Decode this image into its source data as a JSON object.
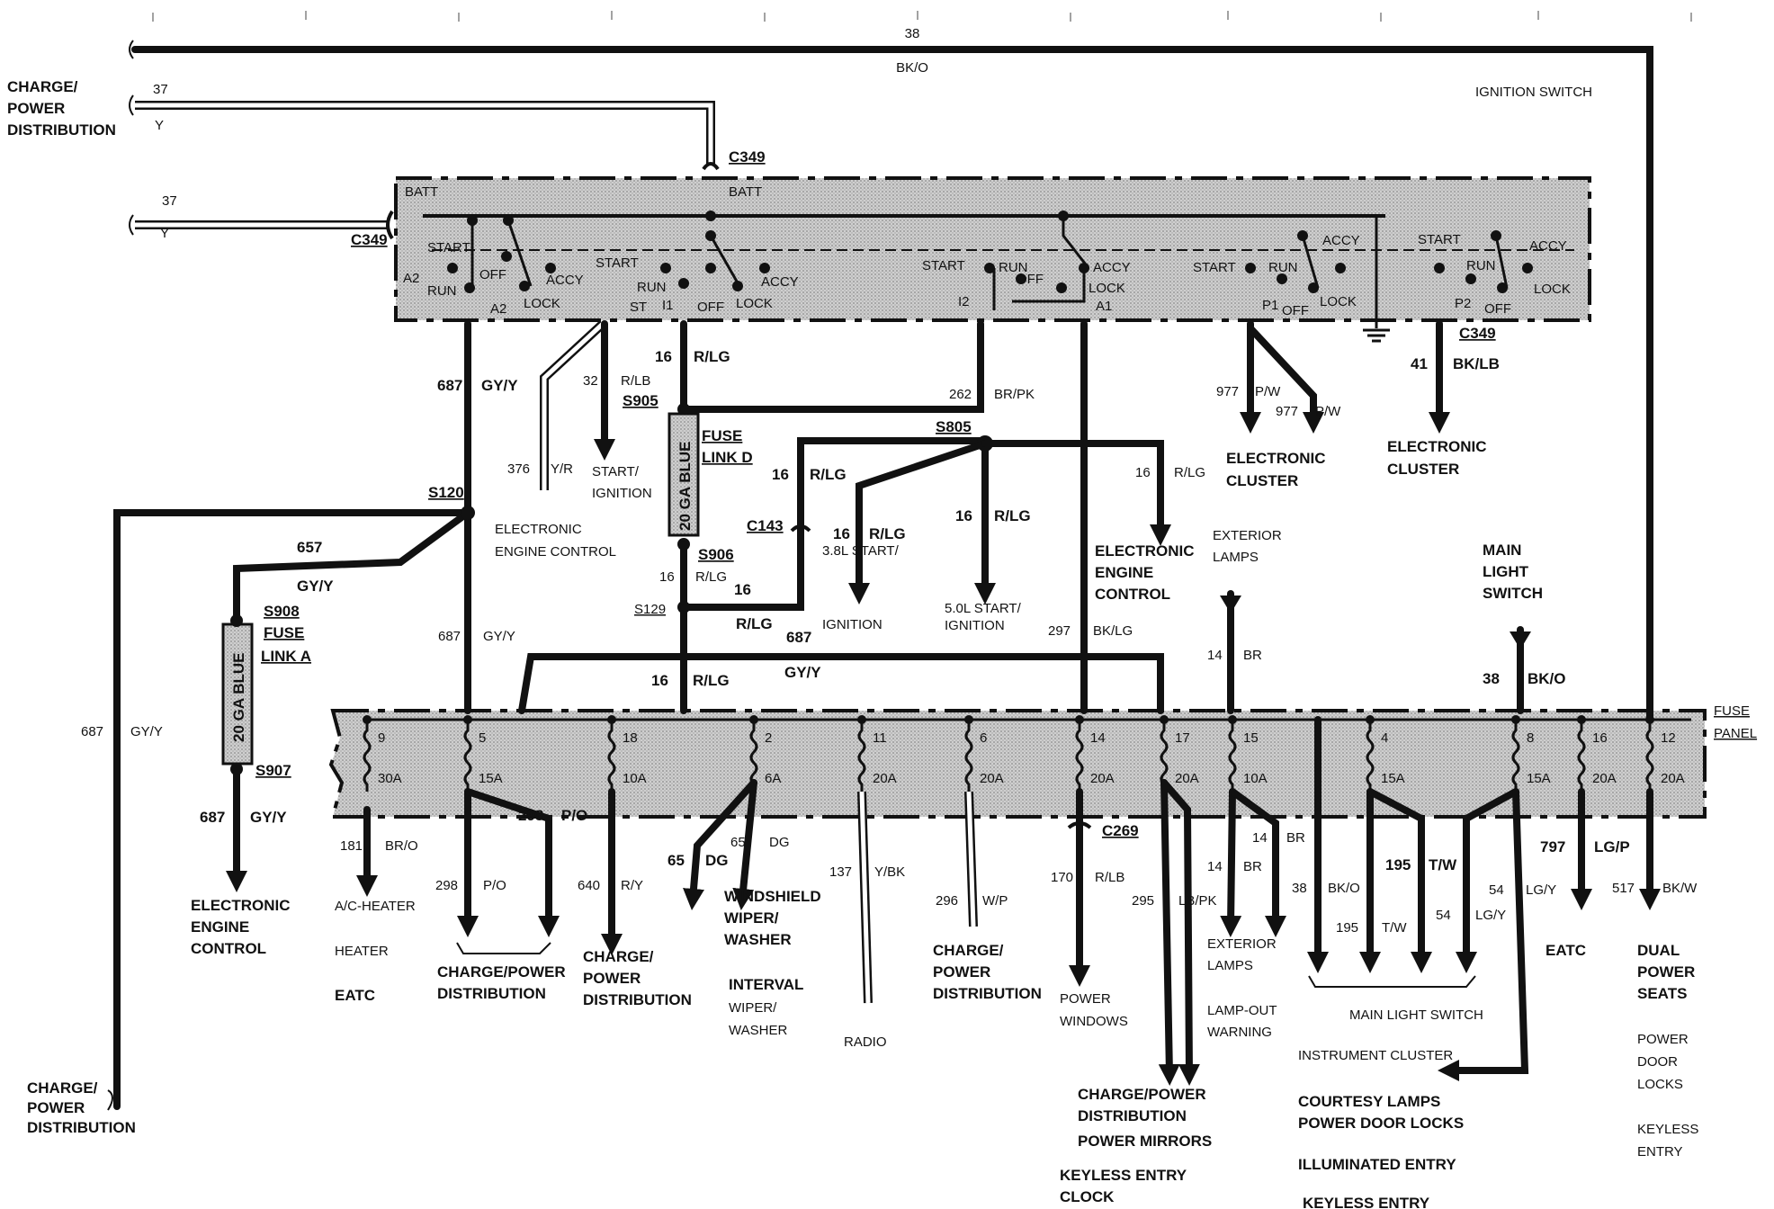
{
  "wire38": {
    "num": "38",
    "color": "BK/O"
  },
  "ignition_switch": "IGNITION SWITCH",
  "charge_power_top": [
    "CHARGE/",
    "POWER",
    "DISTRIBUTION"
  ],
  "wire37_top": {
    "num": "37",
    "color": "Y"
  },
  "wire37_left": {
    "num": "37",
    "color": "Y"
  },
  "c349": "C349",
  "batt": "BATT",
  "switch_terms": {
    "start": "START",
    "run": "RUN",
    "off": "OFF",
    "accy": "ACCY",
    "lock": "LOCK",
    "a1": "A1",
    "a2": "A2",
    "i1": "I1",
    "i2": "I2",
    "st": "ST",
    "p1": "P1",
    "p2": "P2"
  },
  "w687": {
    "num": "687",
    "color": "GY/Y"
  },
  "w32": {
    "num": "32",
    "color": "R/LB"
  },
  "s905": "S905",
  "w376": {
    "num": "376",
    "color": "Y/R"
  },
  "start_ignition": [
    "START/",
    "IGNITION"
  ],
  "electronic_engine_control_mid": [
    "ELECTRONIC",
    "ENGINE CONTROL"
  ],
  "w16_rlg": {
    "num": "16",
    "color": "R/LG"
  },
  "fuse_link_d": [
    "FUSE",
    "LINK D"
  ],
  "ga_blue": "20 GA BLUE",
  "w262": {
    "num": "262",
    "color": "BR/PK"
  },
  "s805": "S805",
  "c143": "C143",
  "s906": "S906",
  "s129": "S129",
  "start38": [
    "3.8L START/",
    "IGNITION"
  ],
  "start50": [
    "5.0L START/",
    "IGNITION"
  ],
  "eec_right": [
    "ELECTRONIC",
    "ENGINE",
    "CONTROL"
  ],
  "w297": {
    "num": "297",
    "color": "BK/LG"
  },
  "w977": {
    "num": "977",
    "color": "P/W"
  },
  "electronic_cluster": [
    "ELECTRONIC",
    "CLUSTER"
  ],
  "w41": {
    "num": "41",
    "color": "BK/LB"
  },
  "exterior_lamps_top": [
    "EXTERIOR",
    "LAMPS"
  ],
  "w14_br": {
    "num": "14",
    "color": "BR"
  },
  "main_light_switch_top": [
    "MAIN",
    "LIGHT",
    "SWITCH"
  ],
  "w38_bko": {
    "num": "38",
    "color": "BK/O"
  },
  "fuse_panel": [
    "FUSE",
    "PANEL"
  ],
  "s120": "S120",
  "w657": {
    "num": "657",
    "color": "GY/Y"
  },
  "s908": "S908",
  "fuse_link_a": [
    "FUSE",
    "LINK A"
  ],
  "s907": "S907",
  "fuses": [
    {
      "n": "9",
      "a": "30A"
    },
    {
      "n": "5",
      "a": "15A"
    },
    {
      "n": "18",
      "a": "10A"
    },
    {
      "n": "2",
      "a": "6A"
    },
    {
      "n": "11",
      "a": "20A"
    },
    {
      "n": "6",
      "a": "20A"
    },
    {
      "n": "14",
      "a": "20A"
    },
    {
      "n": "17",
      "a": "20A"
    },
    {
      "n": "15",
      "a": "10A"
    },
    {
      "n": "4",
      "a": "15A"
    },
    {
      "n": "8",
      "a": "15A"
    },
    {
      "n": "16",
      "a": "20A"
    },
    {
      "n": "12",
      "a": "20A"
    }
  ],
  "w181": {
    "num": "181",
    "color": "BR/O"
  },
  "w298": {
    "num": "298",
    "color": "P/O"
  },
  "w640": {
    "num": "640",
    "color": "R/Y"
  },
  "w65": {
    "num": "65",
    "color": "DG"
  },
  "w137": {
    "num": "137",
    "color": "Y/BK"
  },
  "w296": {
    "num": "296",
    "color": "W/P"
  },
  "w170": {
    "num": "170",
    "color": "R/LB"
  },
  "c269": "C269",
  "w295": {
    "num": "295",
    "color": "LB/PK"
  },
  "w195": {
    "num": "195",
    "color": "T/W"
  },
  "w54": {
    "num": "54",
    "color": "LG/Y"
  },
  "w797": {
    "num": "797",
    "color": "LG/P"
  },
  "w517": {
    "num": "517",
    "color": "BK/W"
  },
  "eec_bottom": [
    "ELECTRONIC",
    "ENGINE",
    "CONTROL"
  ],
  "ac_heater": "A/C-HEATER",
  "heater": "HEATER",
  "eatc": "EATC",
  "charge_power_dist": [
    "CHARGE/POWER",
    "DISTRIBUTION"
  ],
  "charge_power_3": [
    "CHARGE/",
    "POWER",
    "DISTRIBUTION"
  ],
  "windshield": [
    "WINDSHIELD",
    "WIPER/",
    "WASHER"
  ],
  "interval": [
    "INTERVAL",
    "WIPER/",
    "WASHER"
  ],
  "radio": "RADIO",
  "power_windows": [
    "POWER",
    "WINDOWS"
  ],
  "charge_power_mirrors": [
    "CHARGE/POWER",
    "DISTRIBUTION",
    "POWER MIRRORS"
  ],
  "keyless_clock": [
    "KEYLESS ENTRY",
    "CLOCK"
  ],
  "exterior_lamps_bot": [
    "EXTERIOR",
    "LAMPS"
  ],
  "lamp_out": [
    "LAMP-OUT",
    "WARNING"
  ],
  "main_light_switch_bot": "MAIN LIGHT SWITCH",
  "instrument_cluster": "INSTRUMENT CLUSTER",
  "courtesy": [
    "COURTESY LAMPS",
    "POWER DOOR LOCKS"
  ],
  "illuminated_entry": "ILLUMINATED ENTRY",
  "keyless_entry_b": "KEYLESS ENTRY",
  "eatc_right": "EATC",
  "dual_power_seats": [
    "DUAL",
    "POWER",
    "SEATS"
  ],
  "power_door_locks": [
    "POWER",
    "DOOR",
    "LOCKS"
  ],
  "keyless_entry_r": [
    "KEYLESS",
    "ENTRY"
  ],
  "charge_power_bl": [
    "CHARGE/",
    "POWER",
    "DISTRIBUTION"
  ]
}
